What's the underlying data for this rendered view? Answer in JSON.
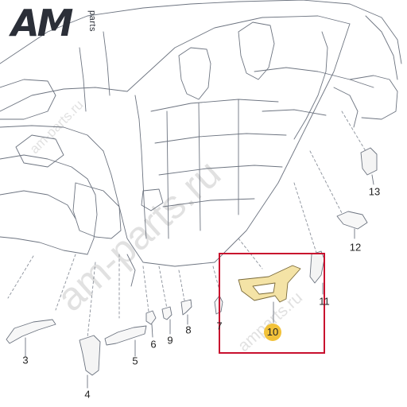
{
  "logo": {
    "mark": "AM",
    "suffix": "parts"
  },
  "watermarks": [
    "am-parts.ru",
    "am-parts.ru",
    "amparts.ru"
  ],
  "callouts": {
    "c3": "3",
    "c4": "4",
    "c5": "5",
    "c6": "6",
    "c7": "7",
    "c8": "8",
    "c9": "9",
    "c10": "10",
    "c11": "11",
    "c12": "12",
    "c13": "13"
  },
  "colors": {
    "highlight_box": "#c8102e",
    "highlight_badge": "#f2c23a",
    "highlighted_part": "#f4e3a6",
    "logo": "#2b2f38"
  },
  "highlighted_part_number": "10"
}
